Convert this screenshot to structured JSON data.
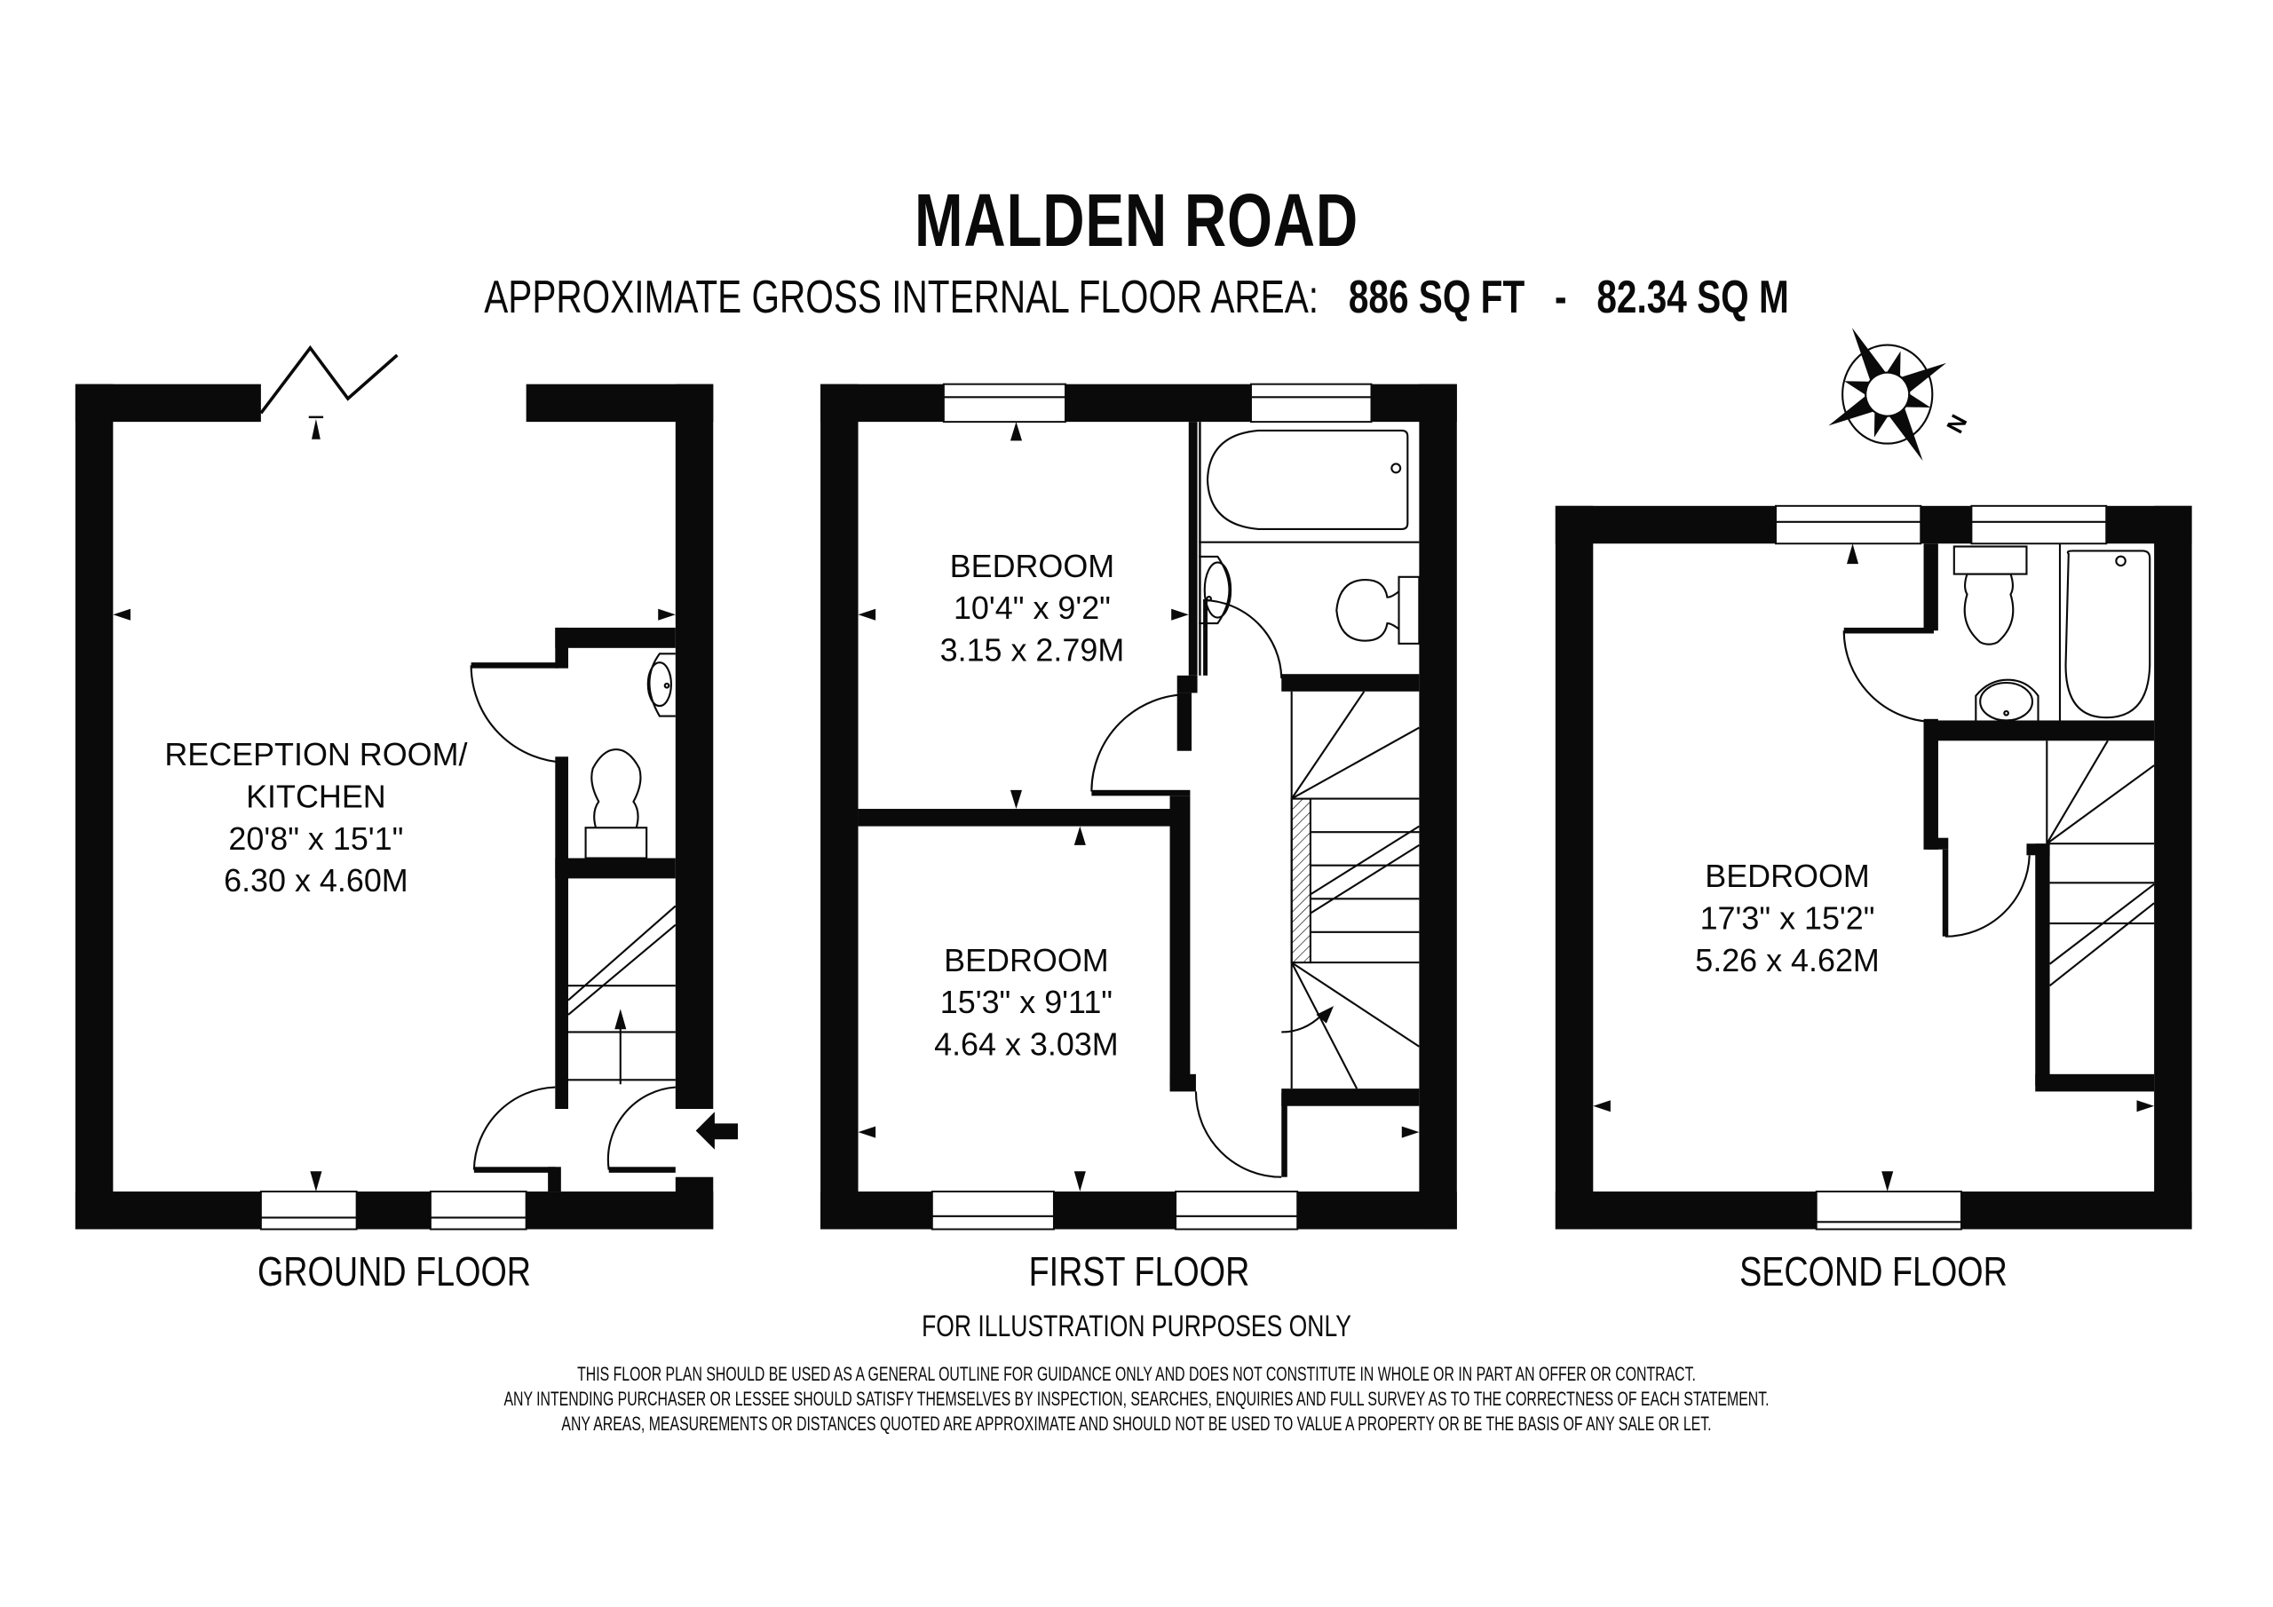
{
  "header": {
    "title": "MALDEN ROAD",
    "area_label": "APPROXIMATE GROSS INTERNAL FLOOR AREA:",
    "area_sqft": "886 SQ FT",
    "area_sep": "-",
    "area_sqm": "82.34 SQ M"
  },
  "compass": {
    "icon": "compass-rose-icon",
    "north_label": "N"
  },
  "floors": [
    {
      "name": "GROUND FLOOR",
      "rooms": [
        {
          "name_line1": "RECEPTION ROOM/",
          "name_line2": "KITCHEN",
          "imperial": "20'8\" x 15'1\"",
          "metric": "6.30 x 4.60M"
        }
      ],
      "fixtures": [
        "bi-fold-door",
        "wc-toilet",
        "wash-basin",
        "staircase-up",
        "entrance-arrow"
      ]
    },
    {
      "name": "FIRST FLOOR",
      "rooms": [
        {
          "name": "BEDROOM",
          "imperial": "10'4\" x 9'2\"",
          "metric": "3.15 x 2.79M"
        },
        {
          "name": "BEDROOM",
          "imperial": "15'3\" x 9'11\"",
          "metric": "4.64 x 3.03M"
        }
      ],
      "fixtures": [
        "bathtub",
        "wash-basin",
        "toilet",
        "staircase"
      ]
    },
    {
      "name": "SECOND FLOOR",
      "rooms": [
        {
          "name": "BEDROOM",
          "imperial": "17'3\" x 15'2\"",
          "metric": "5.26 x 4.62M"
        }
      ],
      "fixtures": [
        "bathtub",
        "wash-basin",
        "toilet",
        "staircase"
      ]
    }
  ],
  "footer": {
    "illustration_note": "FOR ILLUSTRATION PURPOSES ONLY",
    "disclaimer": [
      "THIS FLOOR PLAN SHOULD BE USED AS A GENERAL OUTLINE FOR GUIDANCE ONLY AND DOES NOT CONSTITUTE IN WHOLE OR IN PART AN OFFER OR CONTRACT.",
      "ANY INTENDING PURCHASER OR LESSEE SHOULD SATISFY THEMSELVES BY INSPECTION, SEARCHES, ENQUIRIES AND FULL SURVEY AS TO THE CORRECTNESS OF EACH STATEMENT.",
      "ANY AREAS, MEASUREMENTS OR DISTANCES QUOTED ARE APPROXIMATE AND SHOULD NOT BE USED TO VALUE A PROPERTY OR BE THE BASIS OF ANY SALE OR LET."
    ]
  },
  "colors": {
    "ink": "#0a0a0a",
    "paper": "#ffffff"
  }
}
